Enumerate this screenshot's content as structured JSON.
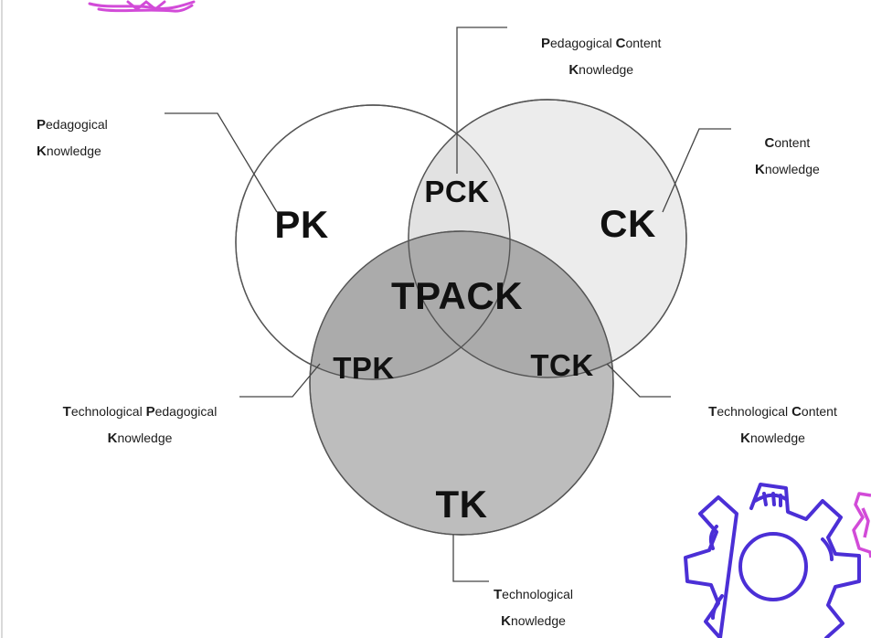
{
  "regions": {
    "pk": "PK",
    "pck": "PCK",
    "ck": "CK",
    "tpack": "TPACK",
    "tpk": "TPK",
    "tck": "TCK",
    "tk": "TK"
  },
  "callouts": {
    "pedagogical_knowledge": {
      "line1": [
        [
          "P",
          "edagogical"
        ]
      ],
      "line2": [
        [
          "K",
          "nowledge"
        ]
      ]
    },
    "pedagogical_content_knowledge": {
      "line1": [
        [
          "P",
          "edagogical "
        ],
        [
          "C",
          "ontent"
        ]
      ],
      "line2": [
        [
          "K",
          "nowledge"
        ]
      ]
    },
    "content_knowledge": {
      "line1": [
        [
          "C",
          "ontent"
        ]
      ],
      "line2": [
        [
          "K",
          "nowledge"
        ]
      ]
    },
    "technological_pedagogical_knowledge": {
      "line1": [
        [
          "T",
          "echnological "
        ],
        [
          "P",
          "edagogical"
        ]
      ],
      "line2": [
        [
          "K",
          "nowledge"
        ]
      ]
    },
    "technological_content_knowledge": {
      "line1": [
        [
          "T",
          "echnological "
        ],
        [
          "C",
          "ontent"
        ]
      ],
      "line2": [
        [
          "K",
          "nowledge"
        ]
      ]
    },
    "technological_knowledge": {
      "line1": [
        [
          "T",
          "echnological"
        ]
      ],
      "line2": [
        [
          "K",
          "nowledge"
        ]
      ]
    }
  },
  "colors": {
    "pk_fill": "#ffffff",
    "ck_fill": "#ececec",
    "tk_fill": "#bdbdbd",
    "overlap_fill": "#a8a8a8",
    "stroke": "#555555",
    "decor_purple": "#4b2fd6",
    "decor_magenta": "#d24bd8"
  },
  "decor": {
    "gear_icon": "gear-icon",
    "small_gear_icon": "small-gear-icon",
    "scribble": "scribble-decoration"
  }
}
